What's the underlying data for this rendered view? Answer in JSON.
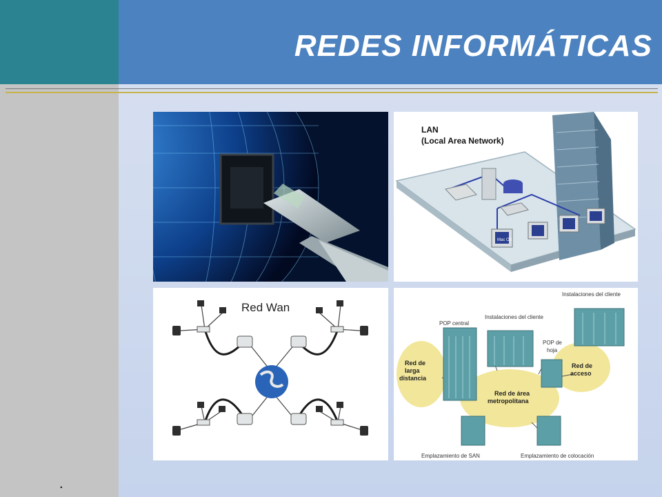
{
  "slide": {
    "title": "REDES INFORMÁTICAS",
    "footer_mark": "."
  },
  "panels": {
    "ethernet": {
      "icon": "ethernet-globe-image"
    },
    "lan": {
      "title_line1": "LAN",
      "title_line2": "(Local Area Network)",
      "screen_label": "Mac OS"
    },
    "wan": {
      "title": "Red Wan"
    },
    "man": {
      "labels": {
        "clients_top": "Instalaciones del cliente",
        "clients_mid": "Instalaciones del cliente",
        "pop_central": "POP central",
        "pop_hoja_1": "POP de",
        "pop_hoja_2": "hoja",
        "long_dist_1": "Red de",
        "long_dist_2": "larga",
        "long_dist_3": "distancia",
        "metro_1": "Red de área",
        "metro_2": "metropolitana",
        "access_1": "Red de",
        "access_2": "acceso",
        "san": "Emplazamiento de SAN",
        "colocation": "Emplazamiento de colocación"
      }
    }
  },
  "colors": {
    "header": "#4c82c0",
    "left_accent": "#2b8392",
    "left_bar": "#c4c4c4",
    "building": "#5d9fa6",
    "cloud": "#f2e69a"
  }
}
